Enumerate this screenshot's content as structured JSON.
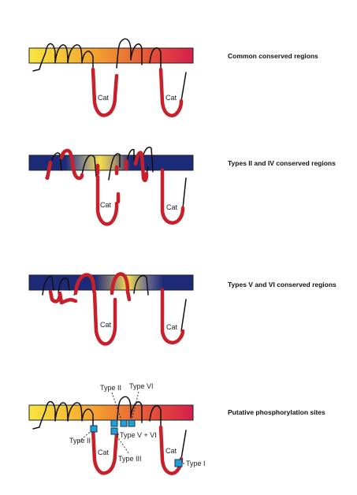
{
  "panels": [
    {
      "title": "Common conserved regions",
      "cat_labels": [
        "Cat",
        "Cat"
      ]
    },
    {
      "title": "Types II and IV conserved regions",
      "cat_labels": [
        "Cat",
        "Cat"
      ]
    },
    {
      "title": "Types V and VI conserved regions",
      "cat_labels": [
        "Cat",
        "Cat"
      ]
    },
    {
      "title": "Putative phosphorylation sites",
      "cat_labels": [
        "Cat",
        "Cat"
      ]
    }
  ],
  "site_labels": {
    "type_ii_top": "Type II",
    "type_vi": "Type VI",
    "type_ii_left": "Type II",
    "type_v_vi": "Type V + VI",
    "type_iii": "Type III",
    "type_i": "Type I"
  },
  "colors": {
    "membrane_warm": [
      "#f5e23a",
      "#f4a030",
      "#e04030",
      "#d8204a"
    ],
    "membrane_dark": "#1c2a78",
    "highlight_red": "#c8202a",
    "site_blue": "#1fa0d8"
  }
}
